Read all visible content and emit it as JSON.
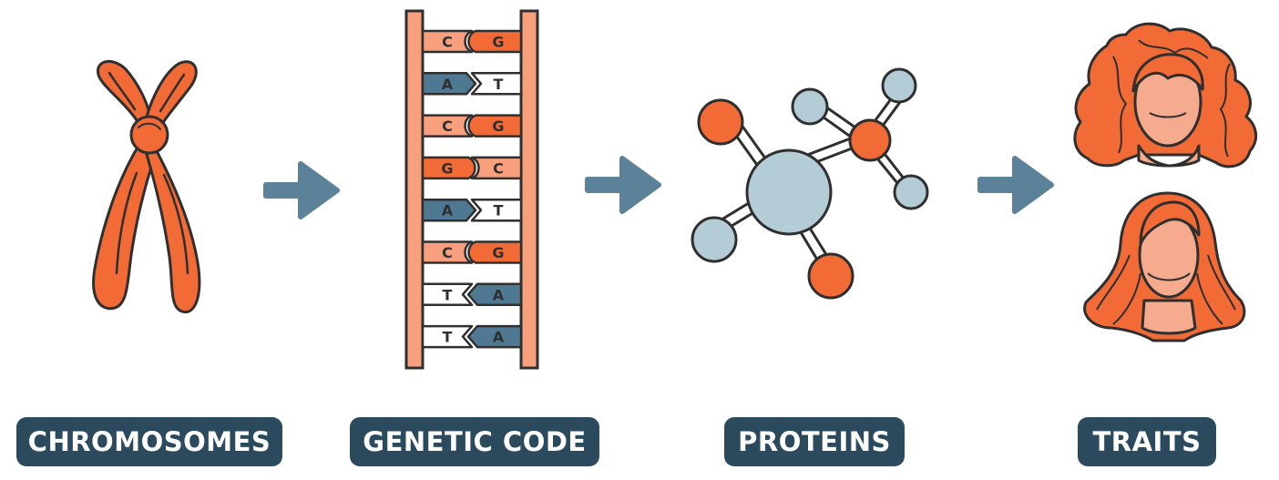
{
  "colors": {
    "orange": "#f26a35",
    "salmon": "#f8a07d",
    "steel": "#4f7893",
    "light_blue": "#b4ccd6",
    "skin": "#f7ab8e",
    "outline": "#2f2f2f",
    "label_bg": "#2c4a5e",
    "arrow": "#5b8299"
  },
  "labels": {
    "chromosomes": "CHROMOSOMES",
    "genetic_code": "GENETIC CODE",
    "proteins": "PROTEINS",
    "traits": "TRAITS"
  },
  "base_pairs": [
    {
      "left": "C",
      "right": "G"
    },
    {
      "left": "A",
      "right": "T"
    },
    {
      "left": "C",
      "right": "G"
    },
    {
      "left": "G",
      "right": "C"
    },
    {
      "left": "A",
      "right": "T"
    },
    {
      "left": "C",
      "right": "G"
    },
    {
      "left": "T",
      "right": "A"
    },
    {
      "left": "T",
      "right": "A"
    }
  ]
}
